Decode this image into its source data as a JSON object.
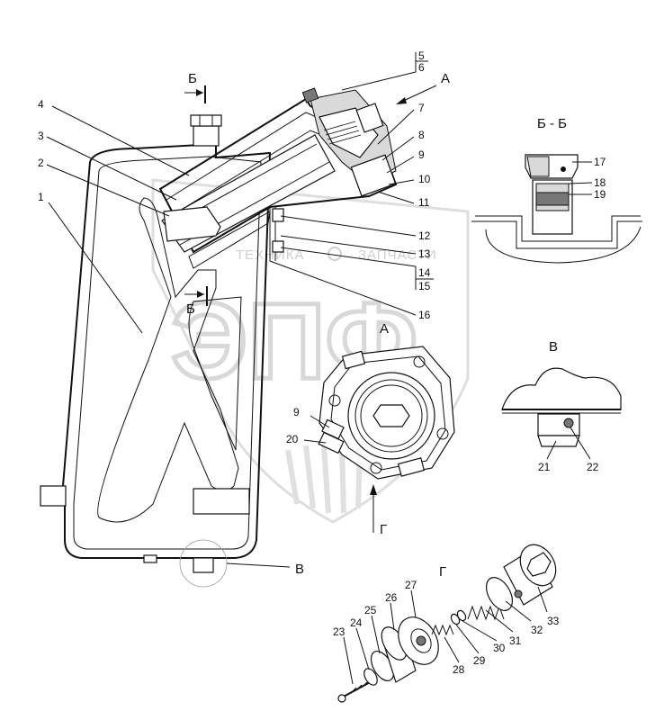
{
  "callouts": {
    "p1": "1",
    "p2": "2",
    "p3": "3",
    "p4": "4",
    "p5": "5",
    "p6": "6",
    "p7": "7",
    "p8": "8",
    "p9": "9",
    "p10": "10",
    "p11": "11",
    "p12": "12",
    "p13": "13",
    "p14": "14",
    "p15": "15",
    "p16": "16",
    "p17": "17",
    "p18": "18",
    "p19": "19",
    "p9b": "9",
    "p20": "20",
    "p21": "21",
    "p22": "22",
    "p23": "23",
    "p24": "24",
    "p25": "25",
    "p26": "26",
    "p27": "27",
    "p28": "28",
    "p29": "29",
    "p30": "30",
    "p31": "31",
    "p32": "32",
    "p33": "33"
  },
  "views": {
    "arrow_a": "А",
    "view_a": "А",
    "section_mark_top": "Б",
    "section_mark_bottom": "Б",
    "section_bb": "Б - Б",
    "view_v_label": "В",
    "view_v_title": "В",
    "view_g_label": "Г",
    "view_g_title": "Г"
  },
  "watermark": {
    "brand": "ТЕХНИКА",
    "brand2": "ЗАПЧАСТИ",
    "logo": "ЭПФ"
  },
  "colors": {
    "ink": "#111111",
    "watermark": "#d8d8d8",
    "background": "#ffffff"
  }
}
